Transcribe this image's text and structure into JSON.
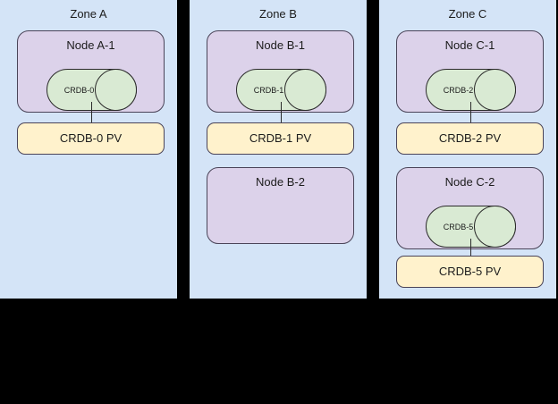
{
  "diagram": {
    "background_color": "#000000",
    "zone_color": "#d4e4f7",
    "node_color": "#dcd2ea",
    "storage_color": "#d9ead3",
    "volume_color": "#fff2cc",
    "stroke_color": "#4a4458"
  },
  "zones": [
    {
      "id": "zone-a",
      "title": "Zone A",
      "nodes": [
        {
          "id": "node-a-1",
          "title": "Node A-1",
          "pod": {
            "id": "crdb-0",
            "label": "CRDB-0"
          },
          "volume": {
            "id": "crdb-0-pv",
            "label": "CRDB-0 PV"
          }
        }
      ]
    },
    {
      "id": "zone-b",
      "title": "Zone B",
      "nodes": [
        {
          "id": "node-b-1",
          "title": "Node B-1",
          "pod": {
            "id": "crdb-1",
            "label": "CRDB-1"
          },
          "volume": {
            "id": "crdb-1-pv",
            "label": "CRDB-1 PV"
          }
        },
        {
          "id": "node-b-2",
          "title": "Node B-2",
          "pod": null,
          "volume": null
        }
      ]
    },
    {
      "id": "zone-c",
      "title": "Zone C",
      "nodes": [
        {
          "id": "node-c-1",
          "title": "Node C-1",
          "pod": {
            "id": "crdb-2",
            "label": "CRDB-2"
          },
          "volume": {
            "id": "crdb-2-pv",
            "label": "CRDB-2 PV"
          }
        },
        {
          "id": "node-c-2",
          "title": "Node C-2",
          "pod": {
            "id": "crdb-5",
            "label": "CRDB-5"
          },
          "volume": {
            "id": "crdb-5-pv",
            "label": "CRDB-5 PV"
          }
        }
      ]
    }
  ]
}
